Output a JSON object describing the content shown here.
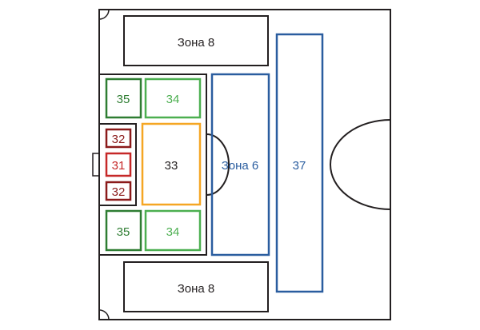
{
  "diagram": {
    "zones": [
      {
        "id": "zone8-top",
        "label": "Зона 8",
        "color": "#231f20"
      },
      {
        "id": "zone8-bottom",
        "label": "Зона 8",
        "color": "#231f20"
      },
      {
        "id": "zone6",
        "label": "Зона 6",
        "color": "#2a5d9f"
      },
      {
        "id": "zone37",
        "label": "37",
        "color": "#2a5d9f"
      },
      {
        "id": "zone33",
        "label": "33",
        "color": "#f5a623"
      },
      {
        "id": "zone35-top",
        "label": "35",
        "color": "#2e7d32"
      },
      {
        "id": "zone34-top",
        "label": "34",
        "color": "#4caf50"
      },
      {
        "id": "zone35-bottom",
        "label": "35",
        "color": "#2e7d32"
      },
      {
        "id": "zone34-bottom",
        "label": "34",
        "color": "#4caf50"
      },
      {
        "id": "zone32-top",
        "label": "32",
        "color": "#8b1a1a"
      },
      {
        "id": "zone31",
        "label": "31",
        "color": "#c62828"
      },
      {
        "id": "zone32-bottom",
        "label": "32",
        "color": "#8b1a1a"
      }
    ],
    "line_color": "#231f20"
  }
}
